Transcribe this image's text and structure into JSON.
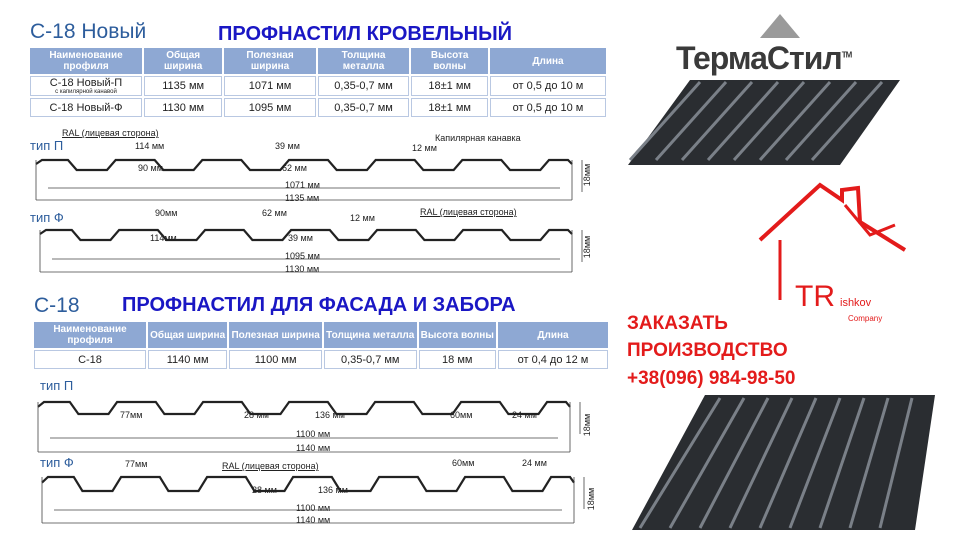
{
  "roof": {
    "code": "С-18 Новый",
    "title": "ПРОФНАСТИЛ КРОВЕЛЬНЫЙ",
    "headers": [
      "Наименование профиля",
      "Общая ширина",
      "Полезная ширина",
      "Толщина металла",
      "Высота волны",
      "Длина"
    ],
    "rows": [
      {
        "name": "С-18 Новый-П",
        "note": "с капилярной канавой",
        "cells": [
          "1135 мм",
          "1071 мм",
          "0,35-0,7 мм",
          "18±1 мм",
          "от 0,5 до 10 м"
        ]
      },
      {
        "name": "С-18 Новый-Ф",
        "note": "",
        "cells": [
          "1130 мм",
          "1095 мм",
          "0,35-0,7 мм",
          "18±1 мм",
          "от 0,5 до 10 м"
        ]
      }
    ],
    "typeP": {
      "label": "тип П",
      "ral": "RAL (лицевая сторона)",
      "d1": "114 мм",
      "d2": "90 мм",
      "d3": "39 мм",
      "d4": "62 мм",
      "d5": "12 мм",
      "groove": "Капилярная канавка",
      "useful": "1071 мм",
      "total": "1135 мм",
      "height": "18мм"
    },
    "typeF": {
      "label": "тип Ф",
      "ral": "RAL (лицевая сторона)",
      "d1": "90мм",
      "d2": "114мм",
      "d3": "62 мм",
      "d4": "39 мм",
      "d5": "12 мм",
      "useful": "1095 мм",
      "total": "1130 мм",
      "height": "18мм"
    }
  },
  "facade": {
    "code": "С-18",
    "title": "ПРОФНАСТИЛ ДЛЯ ФАСАДА И ЗАБОРА",
    "headers": [
      "Наименование профиля",
      "Общая ширина",
      "Полезная ширина",
      "Толщина металла",
      "Высота волны",
      "Длина"
    ],
    "rows": [
      {
        "name": "С-18",
        "cells": [
          "1140 мм",
          "1100 мм",
          "0,35-0,7 мм",
          "18 мм",
          "от 0,4 до 12 м"
        ]
      }
    ],
    "typeP": {
      "label": "тип П",
      "d1": "77мм",
      "d2": "28 мм",
      "d3": "136 мм",
      "d4": "60мм",
      "d5": "24 мм",
      "useful": "1100 мм",
      "total": "1140 мм",
      "height": "18мм"
    },
    "typeF": {
      "label": "тип Ф",
      "ral": "RAL (лицевая сторона)",
      "d1": "77мм",
      "d2": "28 мм",
      "d3": "136 мм",
      "d4": "60мм",
      "d5": "24 мм",
      "useful": "1100 мм",
      "total": "1140 мм",
      "height": "18мм"
    }
  },
  "brand": {
    "name": "ТермаСтил",
    "tm": "TM",
    "logo2": "TR",
    "logo2_sub": "ishkov",
    "logo2_company": "Company"
  },
  "order": {
    "line1": "ЗАКАЗАТЬ",
    "line2": "ПРОИЗВОДСТВО",
    "phone": "+38(096) 984-98-50"
  },
  "colors": {
    "title_blue": "#1a17c4",
    "header_bg": "#8ea8d3",
    "accent_red": "#e31b1b",
    "sheet": "#2a2d31"
  }
}
